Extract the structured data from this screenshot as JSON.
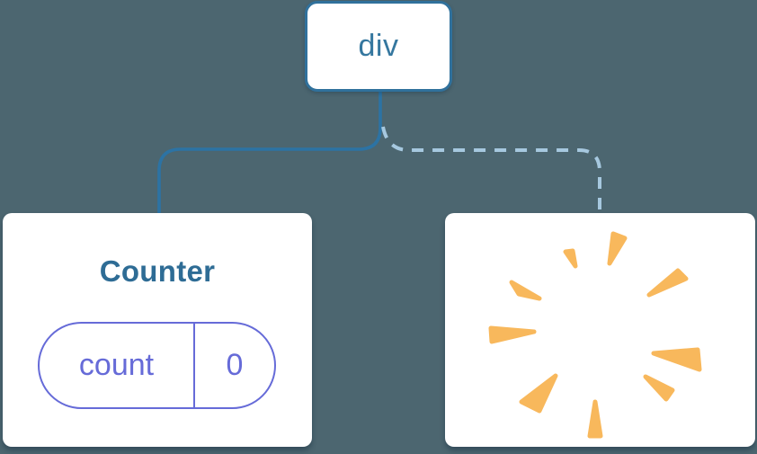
{
  "diagram": {
    "root_node": {
      "label": "div"
    },
    "counter_node": {
      "title": "Counter",
      "state_pill": {
        "key": "count",
        "value": "0"
      }
    },
    "poof_node": {
      "icon": "poof-starburst-icon"
    },
    "edges": [
      {
        "style": "solid",
        "connects": "div to Counter"
      },
      {
        "style": "dashed",
        "connects": "div to removed node (poof)"
      }
    ]
  },
  "colors": {
    "background": "#4C6670",
    "card_bg": "#FFFFFF",
    "node_border": "#30719C",
    "node_text": "#35779F",
    "counter_title": "#2E6C95",
    "solid_edge": "#2C73A4",
    "dashed_edge": "#A6C8DF",
    "state_accent": "#666BD8",
    "poof": "#F8B85C"
  }
}
